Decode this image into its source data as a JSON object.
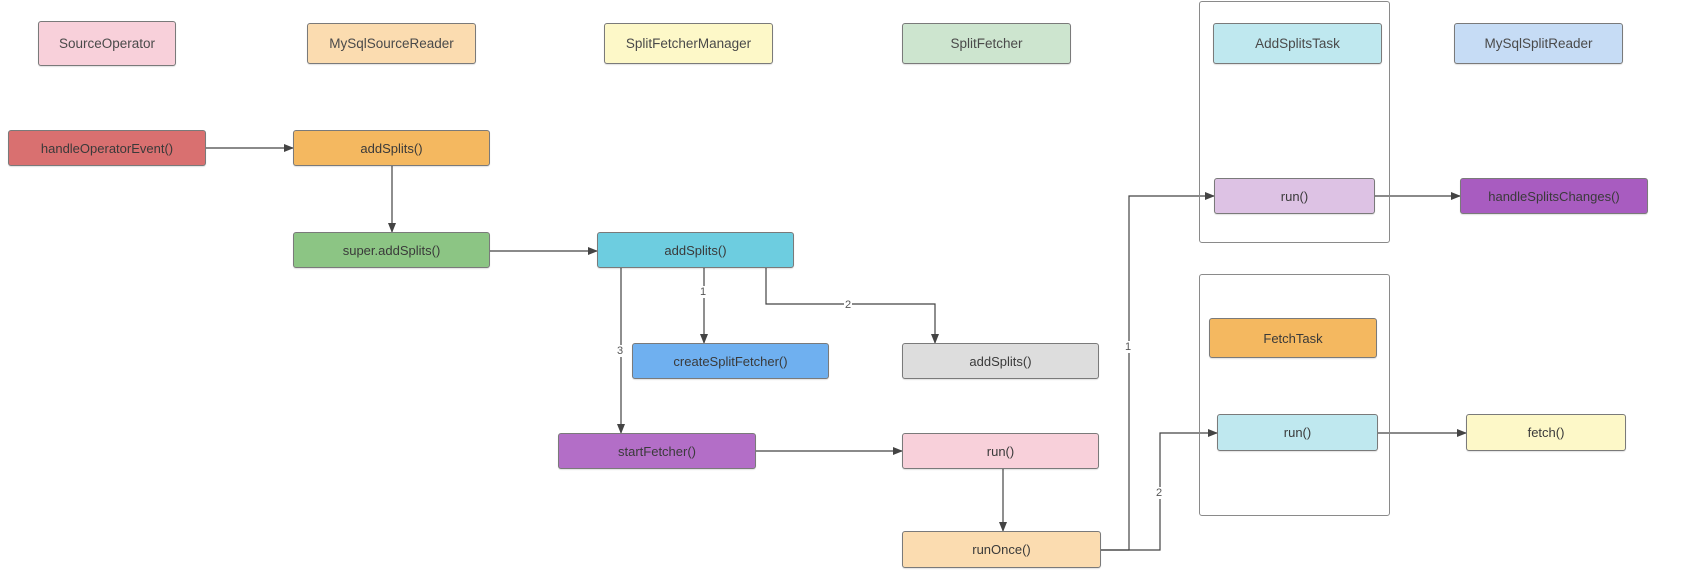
{
  "headers": {
    "source_operator": "SourceOperator",
    "mysql_source_reader": "MySqlSourceReader",
    "split_fetcher_manager": "SplitFetcherManager",
    "split_fetcher": "SplitFetcher",
    "add_splits_task": "AddSplitsTask",
    "mysql_split_reader": "MySqlSplitReader"
  },
  "nodes": {
    "handle_operator_event": "handleOperatorEvent()",
    "reader_add_splits": "addSplits()",
    "super_add_splits": "super.addSplits()",
    "manager_add_splits": "addSplits()",
    "create_split_fetcher": "createSplitFetcher()",
    "fetcher_add_splits": "addSplits()",
    "start_fetcher": "startFetcher()",
    "fetcher_run": "run()",
    "run_once": "runOnce()",
    "add_splits_task_run": "run()",
    "handle_splits_changes": "handleSplitsChanges()",
    "fetch_task": "FetchTask",
    "fetch_task_run": "run()",
    "fetch": "fetch()"
  },
  "edge_labels": {
    "manager_to_create": "1",
    "manager_to_fetcher_add": "2",
    "manager_to_start": "3",
    "runonce_to_addsplits_run": "1",
    "runonce_to_fetch_run": "2"
  },
  "colors": {
    "pink": "#f8d0da",
    "peach": "#fbdcb0",
    "light_yellow": "#fdf8c8",
    "light_green": "#cde5cf",
    "light_cyan": "#bfe8ef",
    "light_blue": "#c6dcf5",
    "red": "#d97070",
    "orange": "#f4b860",
    "green": "#8cc584",
    "cyan": "#6dcde0",
    "blue": "#6fb0f0",
    "gray": "#dddddd",
    "purple": "#b36ec7",
    "lavender": "#ddc2e4",
    "magenta_purple": "#a85cc0",
    "edge": "#444444"
  }
}
